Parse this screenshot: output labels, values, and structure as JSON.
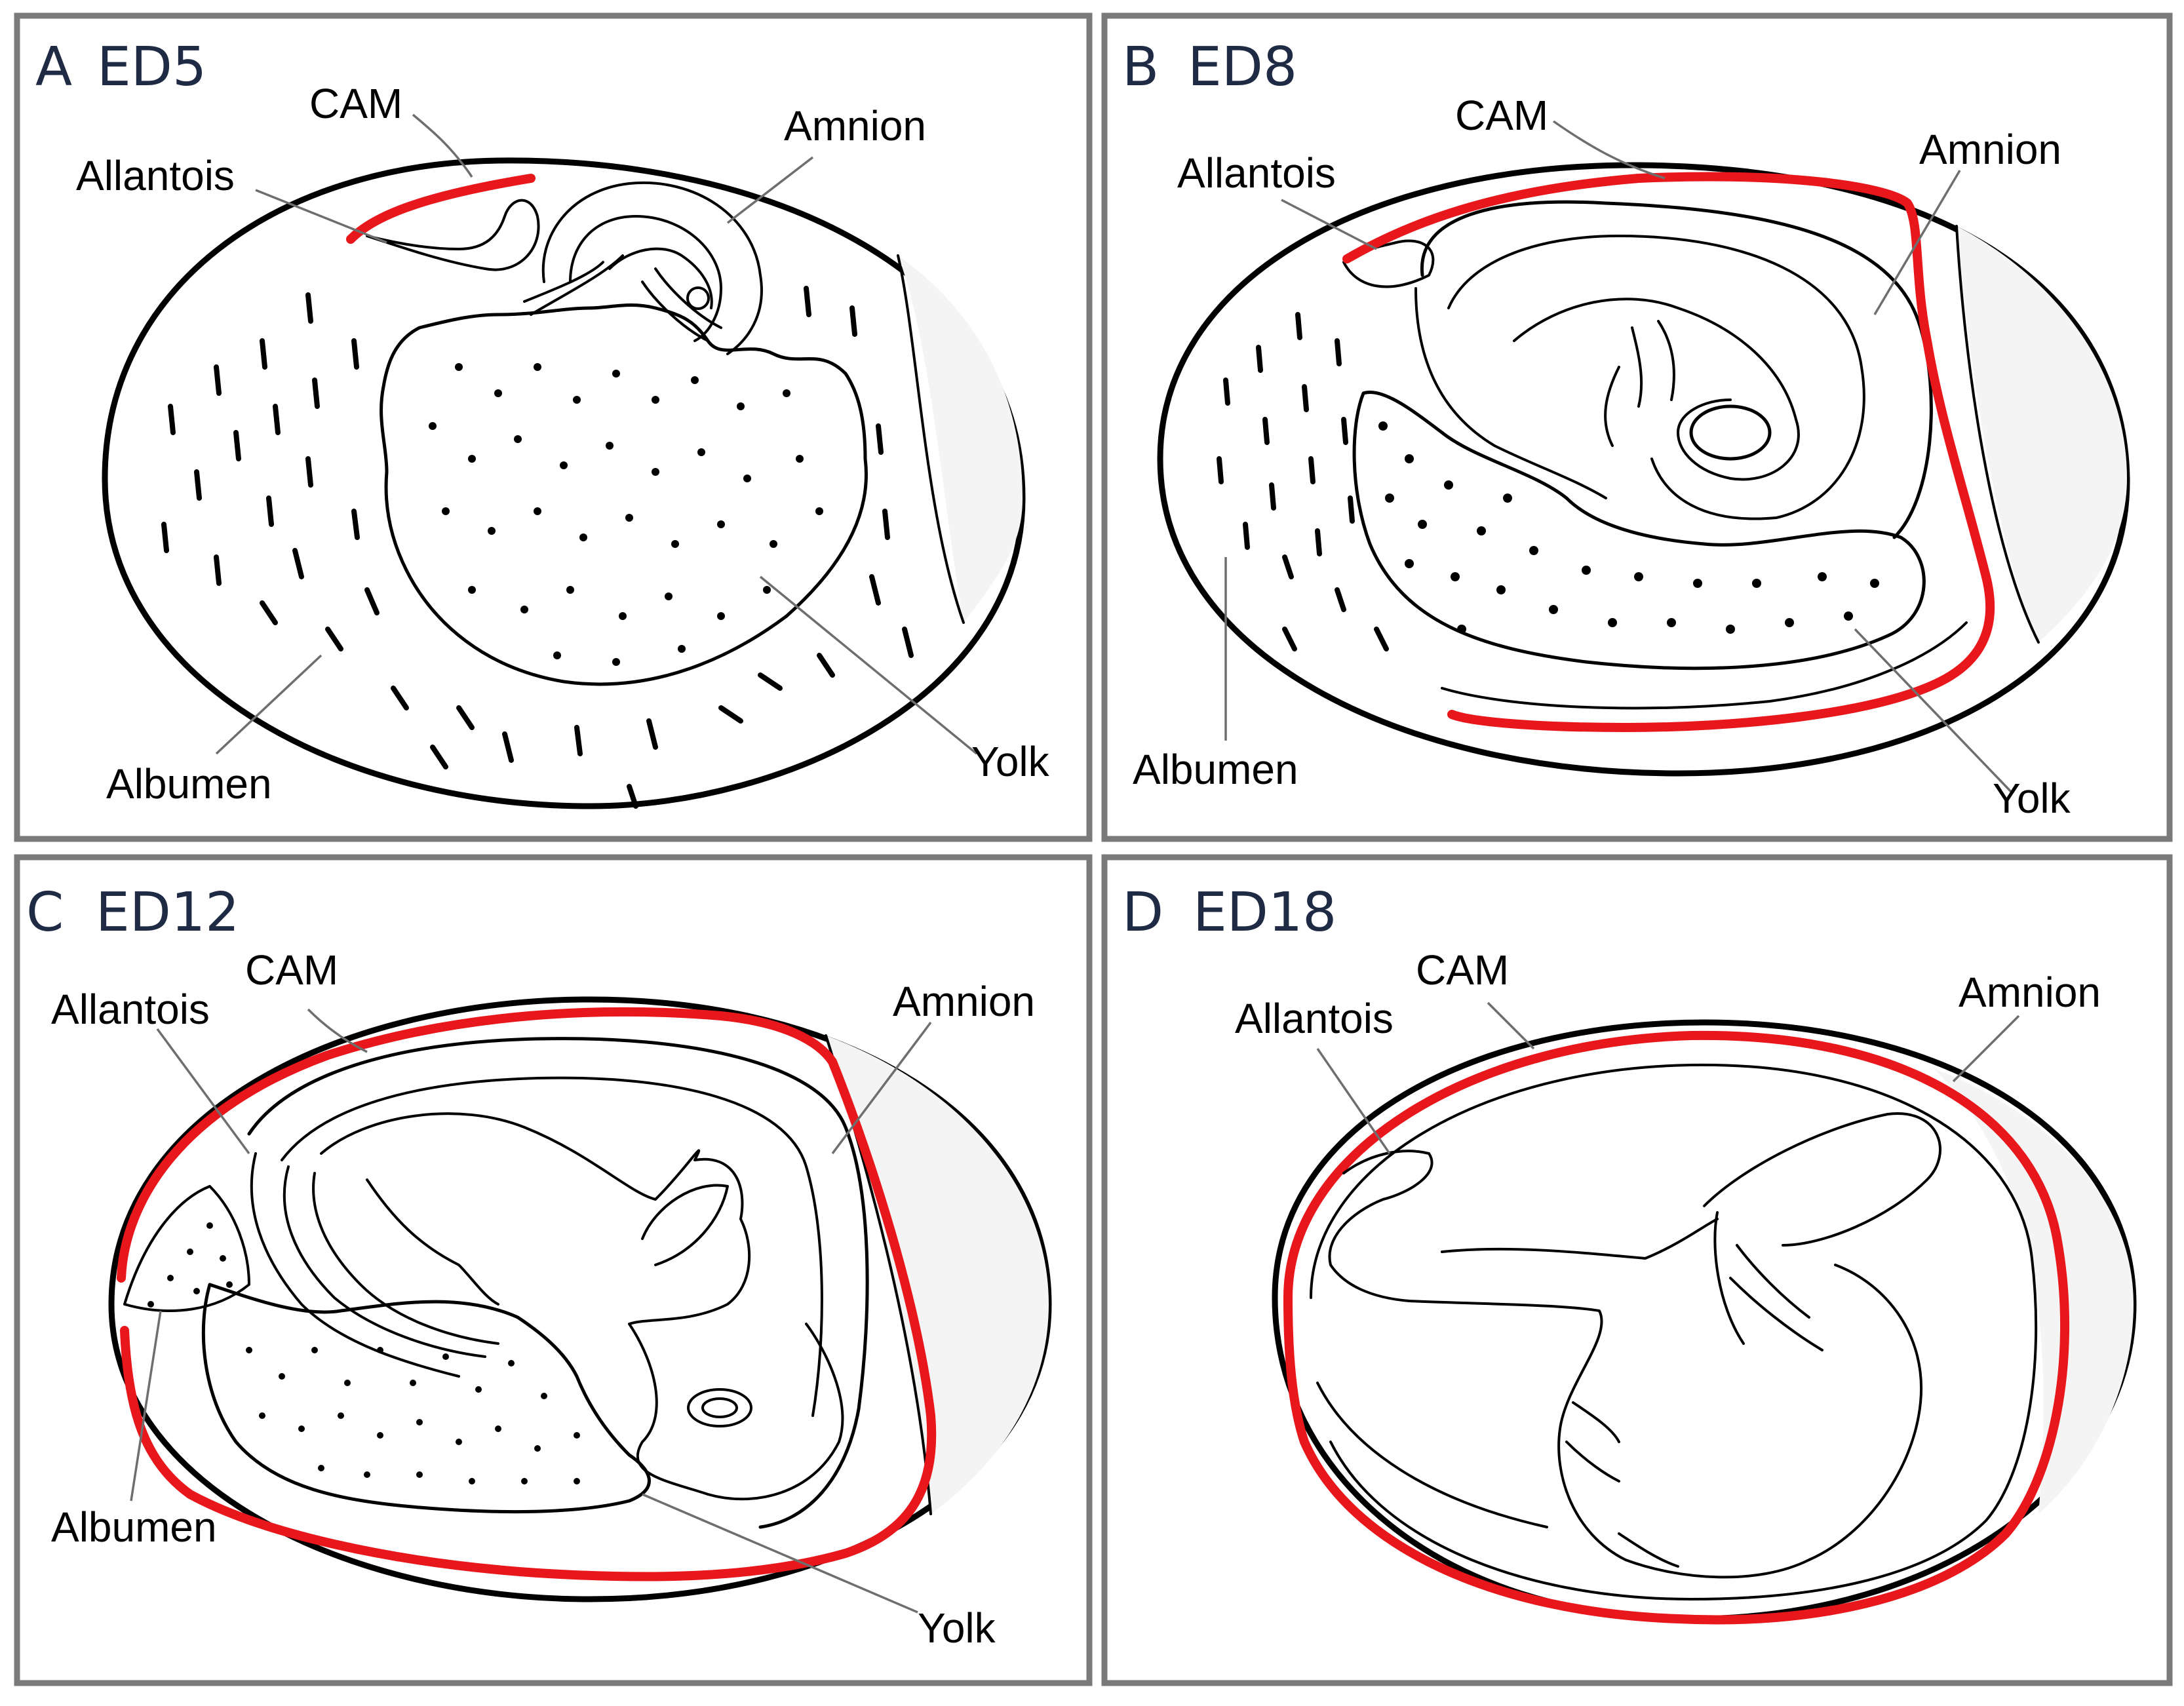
{
  "panels": [
    {
      "letter": "A",
      "stage": "ED5",
      "labels": {
        "cam": "CAM",
        "allantois": "Allantois",
        "amnion": "Amnion",
        "albumen": "Albumen",
        "yolk": "Yolk"
      }
    },
    {
      "letter": "B",
      "stage": "ED8",
      "labels": {
        "cam": "CAM",
        "allantois": "Allantois",
        "amnion": "Amnion",
        "albumen": "Albumen",
        "yolk": "Yolk"
      }
    },
    {
      "letter": "C",
      "stage": "ED12",
      "labels": {
        "cam": "CAM",
        "allantois": "Allantois",
        "amnion": "Amnion",
        "albumen": "Albumen",
        "yolk": "Yolk"
      }
    },
    {
      "letter": "D",
      "stage": "ED18",
      "labels": {
        "cam": "CAM",
        "allantois": "Allantois",
        "amnion": "Amnion"
      }
    }
  ],
  "colors": {
    "cam_highlight": "#e8171c",
    "panel_letter": "#1f2a44",
    "stage_label": "#1f2a44",
    "frame": "#7a7a7a"
  }
}
